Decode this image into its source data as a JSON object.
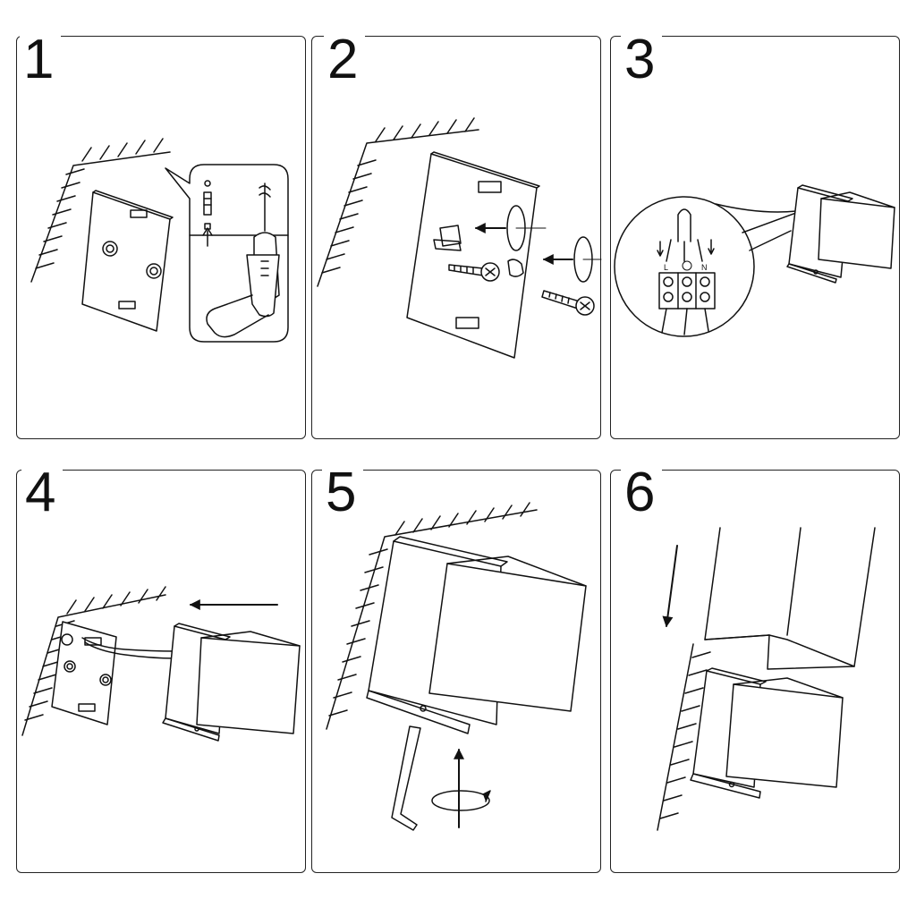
{
  "steps": [
    {
      "number": "1"
    },
    {
      "number": "2"
    },
    {
      "number": "3"
    },
    {
      "number": "4"
    },
    {
      "number": "5"
    },
    {
      "number": "6"
    }
  ],
  "wiring_labels": {
    "live": "L",
    "neutral": "N"
  },
  "icons": [
    "wall-hatch",
    "mounting-plate",
    "wall-anchor",
    "drill",
    "screw",
    "rotation-arrow",
    "terminal-block",
    "hex-key",
    "lamp-body",
    "lamp-cover"
  ],
  "colors": {
    "ink": "#111111",
    "background": "#ffffff"
  }
}
